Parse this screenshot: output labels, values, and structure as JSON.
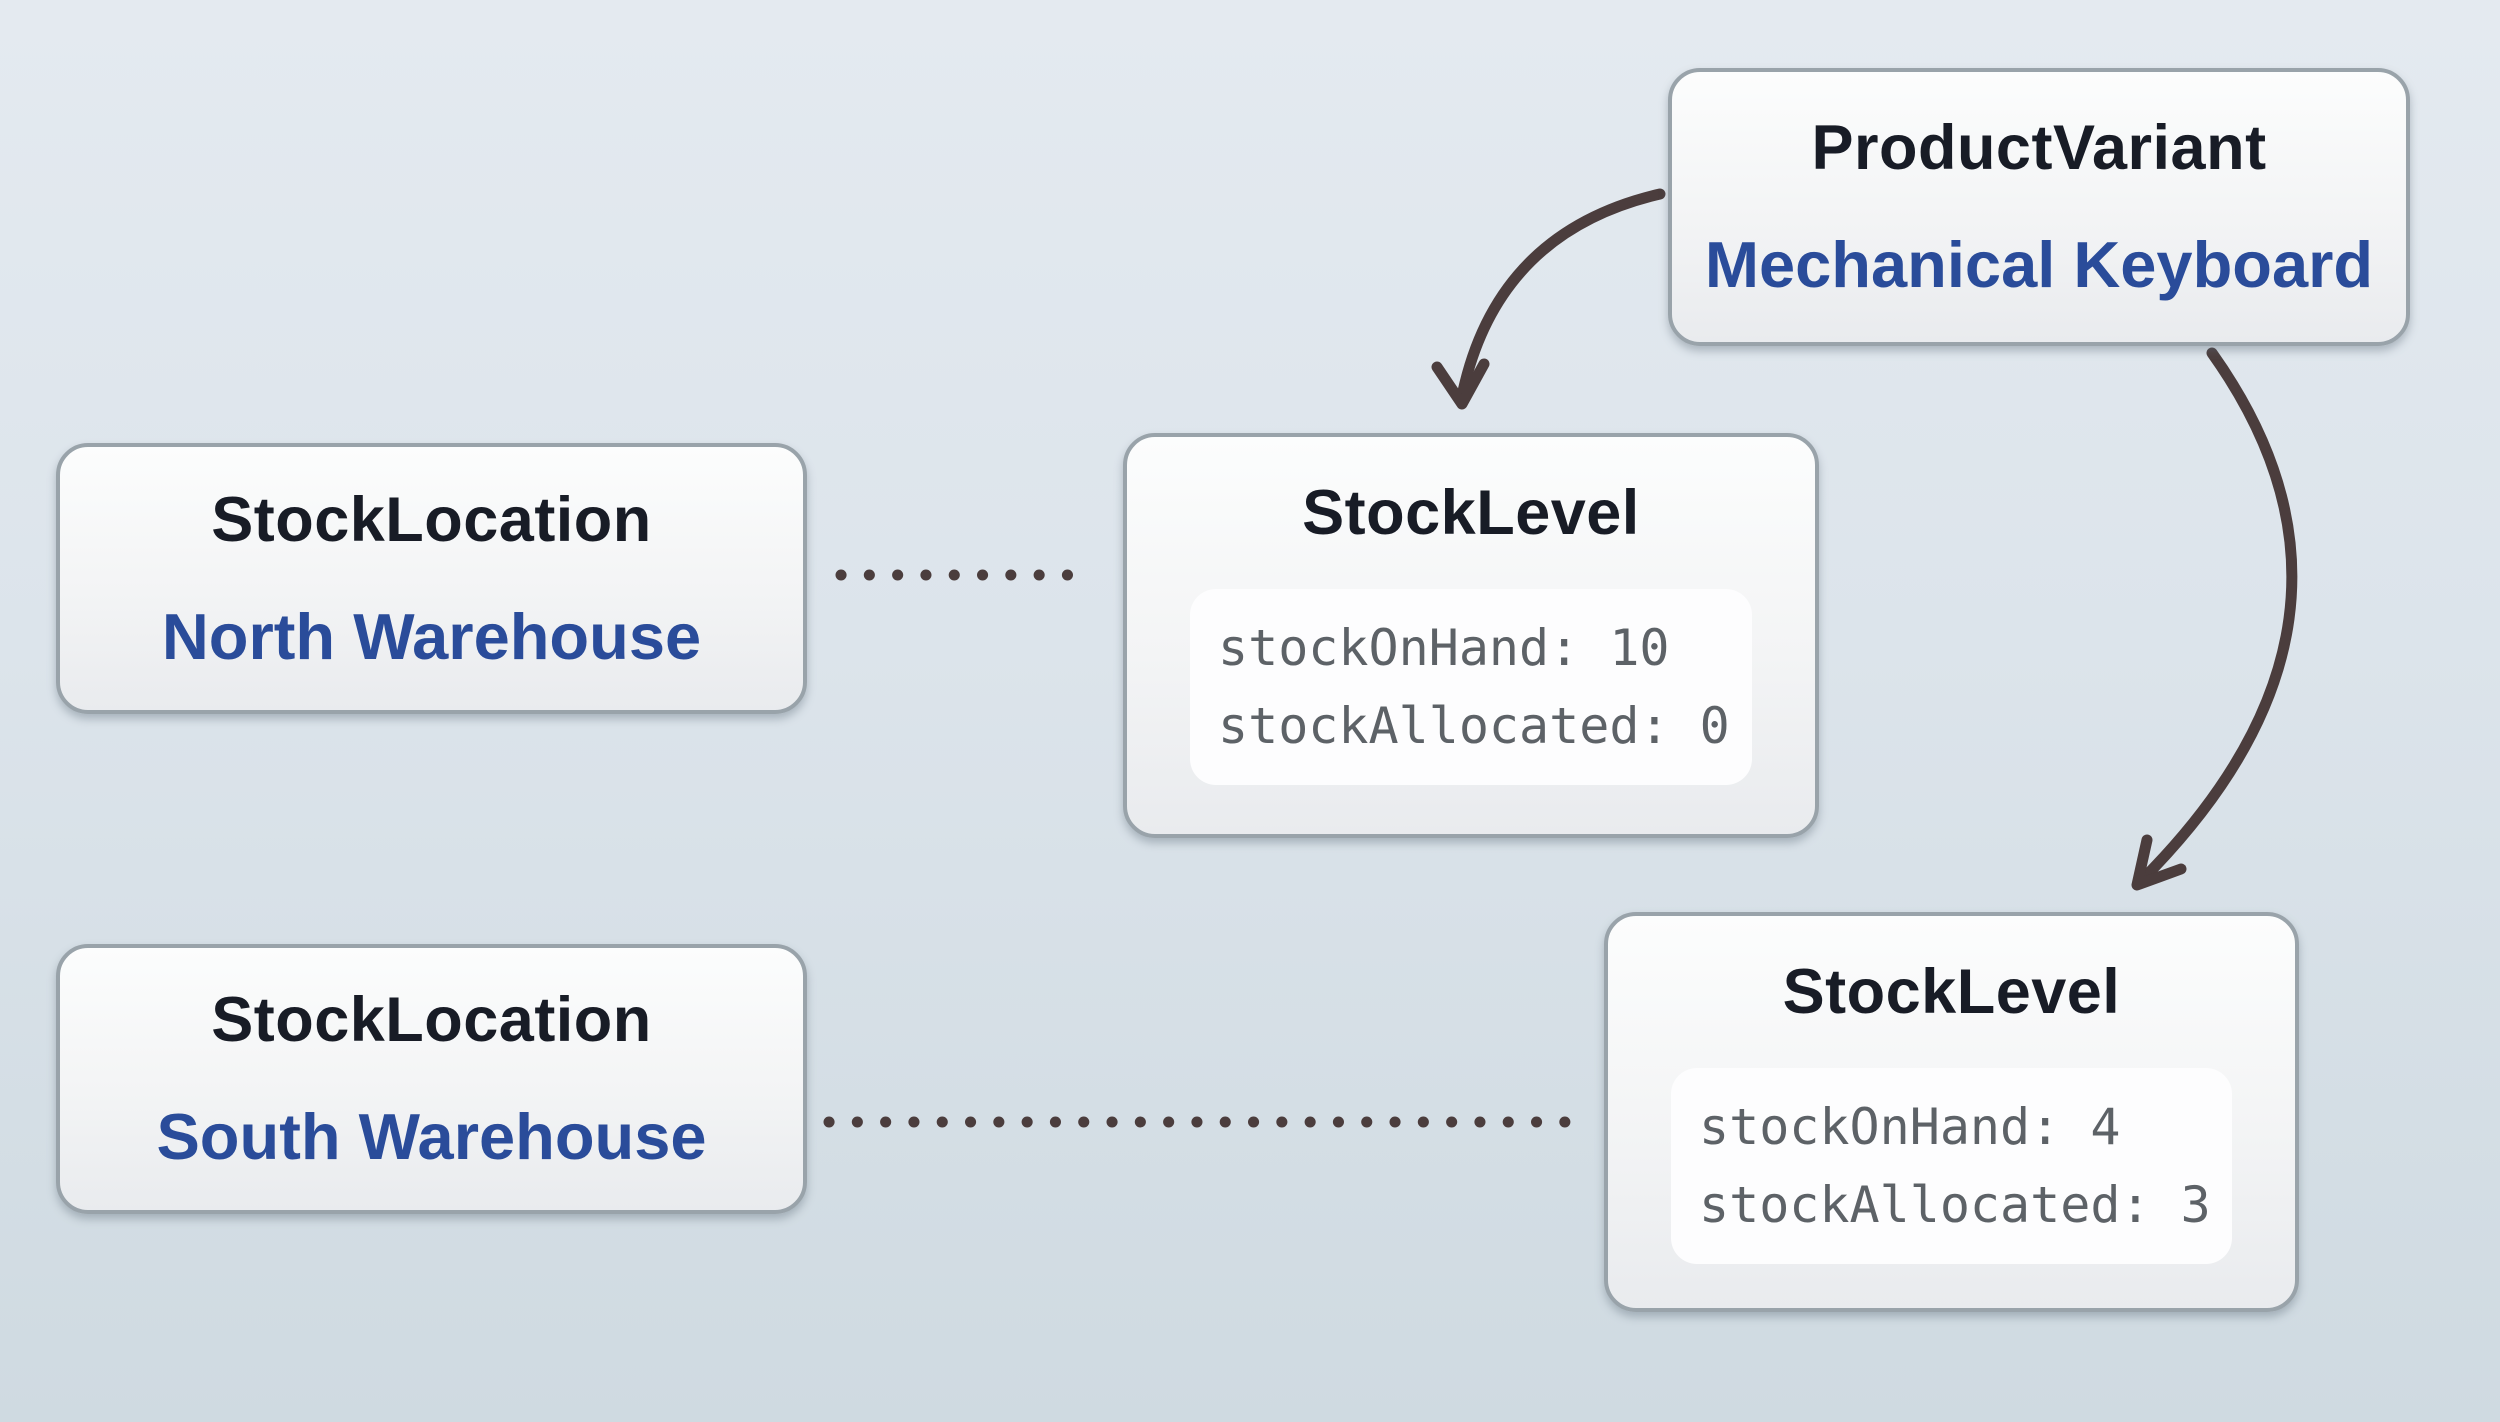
{
  "colors": {
    "background_top": "#e4eaf0",
    "background_bottom": "#cfdae1",
    "box_border": "#99a3aa",
    "box_fill_top": "#fcfdfd",
    "box_fill_bottom": "#e9ebee",
    "title_text": "#181c26",
    "entity_name_text": "#2a4c9a",
    "code_text": "#5d6267",
    "code_panel_bg": "#fdfdfe",
    "connector": "#4b3d3d"
  },
  "nodes": {
    "product_variant": {
      "type_label": "ProductVariant",
      "instance_label": "Mechanical Keyboard"
    },
    "stock_location_north": {
      "type_label": "StockLocation",
      "instance_label": "North Warehouse"
    },
    "stock_location_south": {
      "type_label": "StockLocation",
      "instance_label": "South Warehouse"
    },
    "stock_level_north": {
      "type_label": "StockLevel",
      "fields": [
        "stockOnHand: 10",
        "stockAllocated: 0"
      ]
    },
    "stock_level_south": {
      "type_label": "StockLevel",
      "fields": [
        "stockOnHand: 4",
        "stockAllocated: 3"
      ]
    }
  }
}
